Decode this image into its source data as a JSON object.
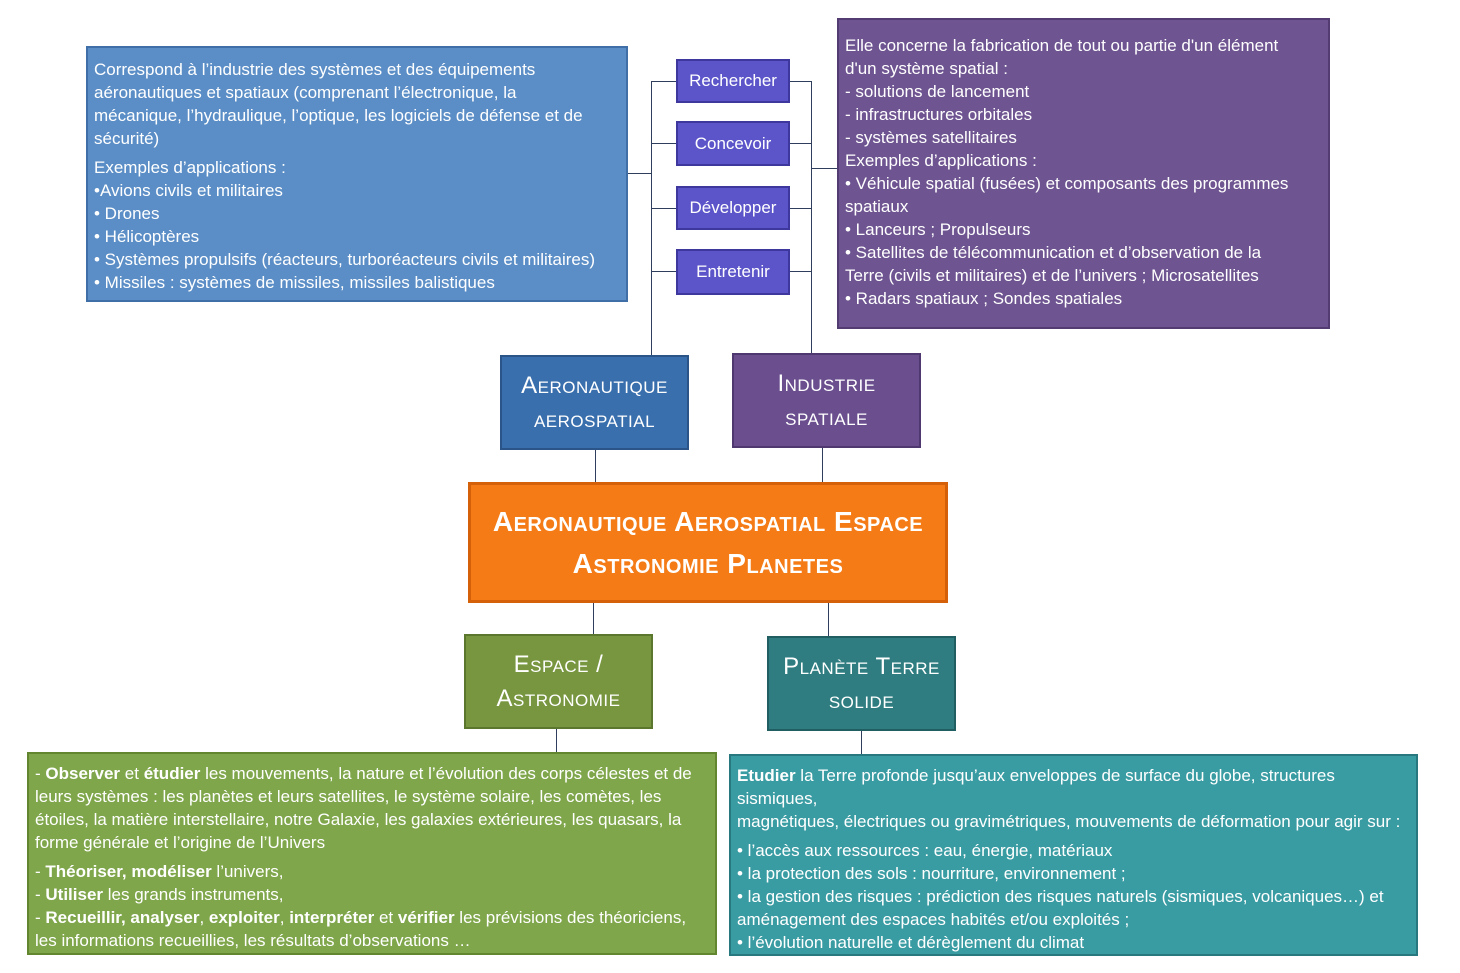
{
  "aero_info": {
    "lines": [
      "Correspond à l’industrie des systèmes et des équipements",
      "aéronautiques et spatiaux (comprenant l’électronique, la",
      "mécanique, l’hydraulique, l’optique, les logiciels de défense et de",
      "sécurité)"
    ],
    "examples_label": "Exemples d’applications :",
    "items": [
      "•Avions civils et militaires",
      "• Drones",
      "• Hélicoptères",
      "• Systèmes propulsifs (réacteurs, turboréacteurs civils et militaires)",
      "• Missiles : systèmes de missiles, missiles balistiques"
    ]
  },
  "verbs": [
    "Rechercher",
    "Concevoir",
    "Développer",
    "Entretenir"
  ],
  "spatial_info": {
    "lines": [
      "Elle concerne la fabrication de tout ou partie d'un élément",
      "d'un système spatial :",
      "- solutions de lancement",
      "- infrastructures orbitales",
      "- systèmes satellitaires"
    ],
    "examples_label": "Exemples d’applications :",
    "items": [
      "• Véhicule spatial (fusées) et composants des programmes",
      "spatiaux",
      "• Lanceurs ; Propulseurs",
      "• Satellites de télécommunication et d’observation de la",
      "Terre (civils et militaires) et de l’univers ; Microsatellites",
      "• Radars spatiaux ; Sondes spatiales"
    ]
  },
  "categories": {
    "aero": [
      "Aeronautique",
      "aerospatial"
    ],
    "spatial": [
      "Industrie",
      "spatiale"
    ],
    "espace": [
      "Espace /",
      "Astronomie"
    ],
    "terre": [
      "Planète Terre",
      "solide"
    ]
  },
  "central": {
    "line1": "Aeronautique Aerospatial Espace",
    "line2": "Astronomie Planetes"
  },
  "espace_info": {
    "l1_b1": "Observer",
    "l1_t1": " et ",
    "l1_b2": "étudier",
    "l1_t2": " les mouvements, la nature et l’évolution des corps célestes et de",
    "l2": "leurs systèmes : les planètes et leurs satellites, le système solaire, les comètes, les",
    "l3": "étoiles, la matière interstellaire, notre Galaxie, les galaxies extérieures, les quasars, la",
    "l4": "forme générale et l’origine de l’Univers",
    "l5_b": "Théoriser, modéliser",
    "l5_t": " l’univers,",
    "l6_b": "Utiliser",
    "l6_t": " les grands instruments,",
    "l7_b1": "Recueillir, analyser",
    "l7_t1": ", ",
    "l7_b2": "exploiter",
    "l7_t2": ", ",
    "l7_b3": "interpréter",
    "l7_t3": " et ",
    "l7_b4": "vérifier",
    "l7_t4": " les prévisions des théoriciens,",
    "l8": "les informations recueillies, les résultats d’observations …",
    "dash": "- "
  },
  "terre_info": {
    "l1_b": "Etudier",
    "l1_t": " la Terre profonde jusqu’aux enveloppes de surface du globe, structures sismiques,",
    "l2": "magnétiques, électriques ou gravimétriques, mouvements de déformation pour agir sur :",
    "items": [
      "• l’accès aux ressources : eau, énergie, matériaux",
      "• la protection des sols : nourriture, environnement ;",
      "• la gestion des risques : prédiction des risques naturels (sismiques, volcaniques…) et",
      "aménagement des espaces habités et/ou exploités ;",
      "• l’évolution naturelle et dérèglement du climat"
    ]
  },
  "colors": {
    "aero_info": "#5b8ec6",
    "spatial_info": "#6e5490",
    "verb": "#5b55c9",
    "aero_cat": "#3a6fad",
    "spatial_cat": "#6a4e8e",
    "central": "#f47b16",
    "espace": "#77963f",
    "terre": "#2f7d80",
    "espace_info": "#7fa64a",
    "terre_info": "#3a9ca3"
  }
}
